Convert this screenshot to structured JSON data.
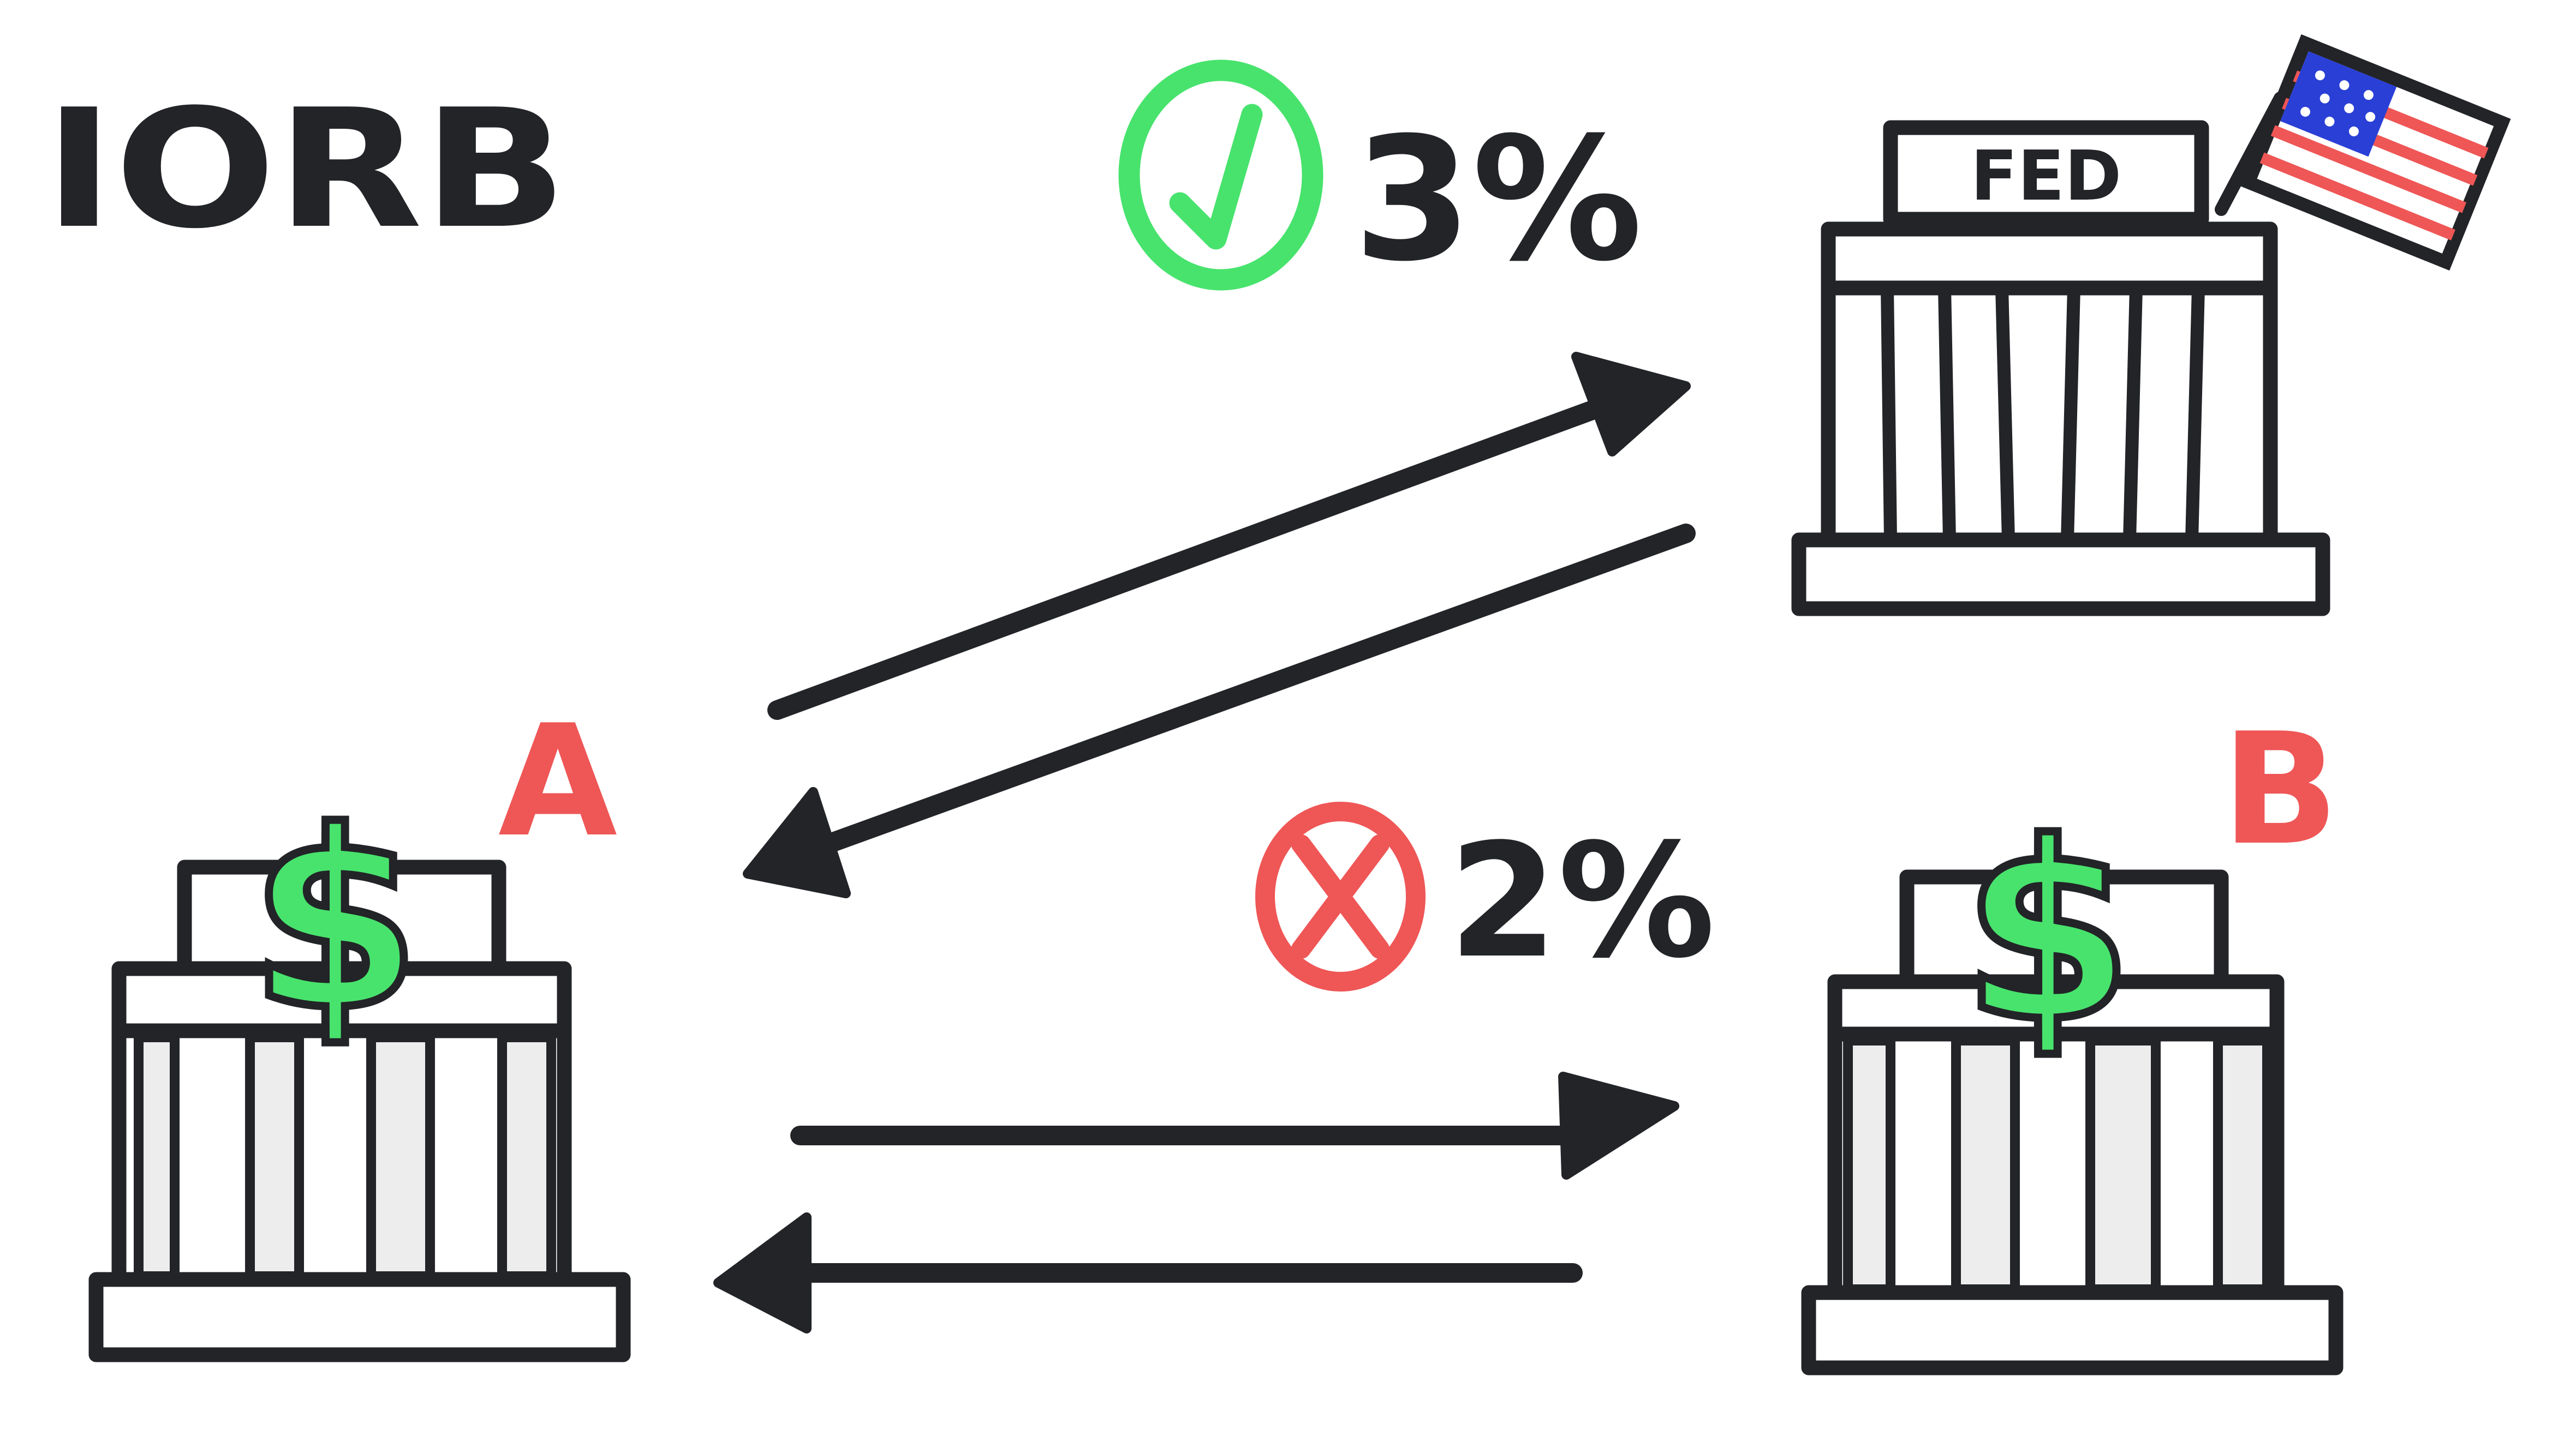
{
  "title": "IORB",
  "fed": {
    "label": "FED",
    "rate": "3%",
    "rate_status": "check-mark-icon",
    "flag_icon": "us-flag-icon"
  },
  "bank_a": {
    "label": "A"
  },
  "bank_b": {
    "label": "B"
  },
  "interbank": {
    "rate": "2%",
    "rate_status": "x-mark-icon"
  },
  "colors": {
    "ink": "#222427",
    "green": "#48e36d",
    "red": "#ef5656",
    "bank_gray": "#a8a9ad",
    "bank_light": "#ededee",
    "fed_cream": "#eae6e1",
    "fed_light": "#efefef",
    "flag_blue": "#2a3fd6",
    "flag_red": "#ef5656"
  }
}
